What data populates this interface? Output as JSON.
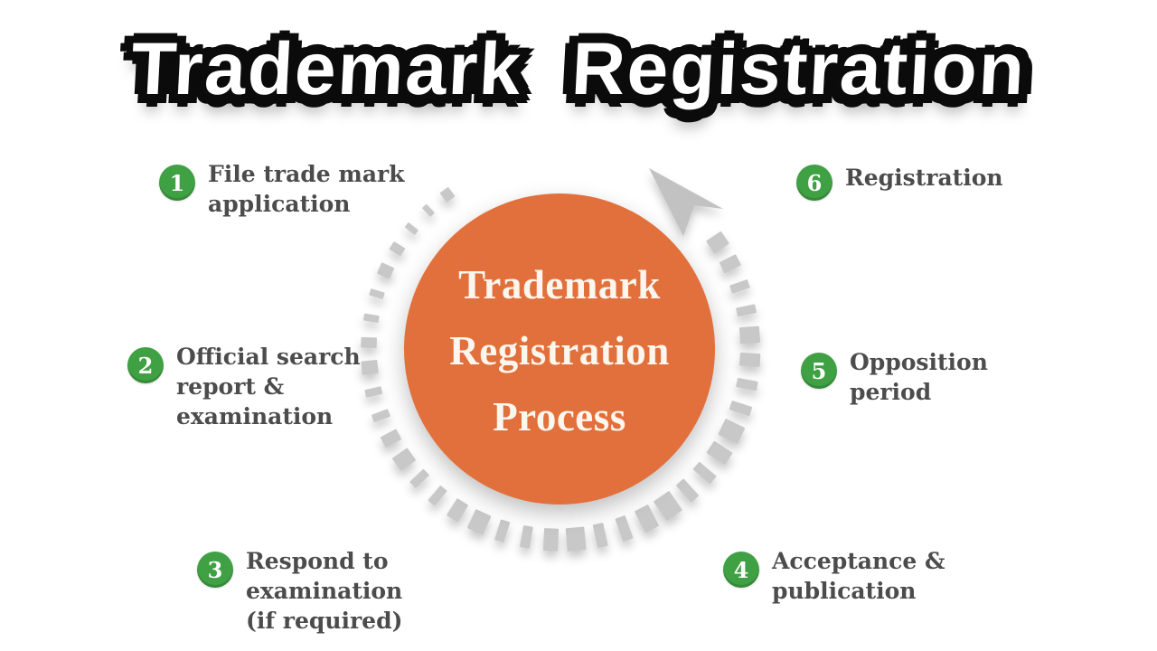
{
  "title": "Trademark Registration",
  "center_circle": {
    "lines": [
      "Trademark",
      "Registration",
      "Process"
    ]
  },
  "steps": [
    {
      "num": "1",
      "lines": [
        "File trade mark",
        "application"
      ]
    },
    {
      "num": "2",
      "lines": [
        "Official search",
        "report &",
        "examination"
      ]
    },
    {
      "num": "3",
      "lines": [
        "Respond to",
        "examination",
        "(if required)"
      ]
    },
    {
      "num": "4",
      "lines": [
        "Acceptance &",
        "publication"
      ]
    },
    {
      "num": "5",
      "lines": [
        "Opposition",
        "period"
      ]
    },
    {
      "num": "6",
      "lines": [
        "Registration"
      ]
    }
  ],
  "colors": {
    "accent_orange": "#E2703C",
    "step_green": "#3FA143",
    "ring_gray": "#C8C8C8",
    "arrow_gray": "#C2C2C2",
    "label_text": "#4C4C4C",
    "center_text": "#FBF6EE",
    "title_fill": "#FFFFFF",
    "title_outline": "#0B0B0B",
    "background": "#FFFFFF"
  },
  "icons": {
    "arrowhead": "counterclockwise-cycle-arrowhead",
    "ring": "dashed-circle-ring"
  }
}
